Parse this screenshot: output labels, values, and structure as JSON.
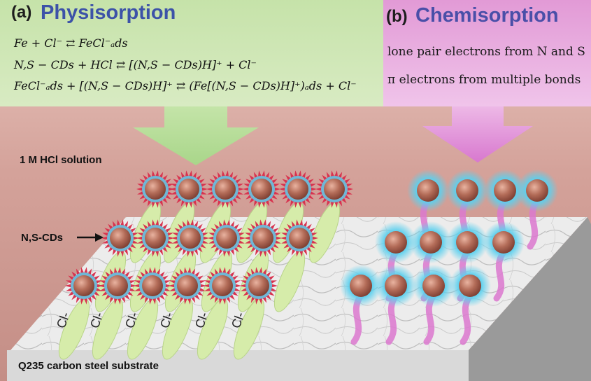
{
  "panel_a": {
    "letter": "(a)",
    "title": "Physisorption",
    "equations": [
      "Fe + Cl⁻ ⇄ FeCl⁻ₐds",
      "N,S − CDs + HCl ⇄ [(N,S − CDs)H]⁺ + Cl⁻",
      "FeCl⁻ₐds + [(N,S − CDs)H]⁺ ⇄ (Fe[(N,S − CDs)H]⁺)ₐds + Cl⁻"
    ]
  },
  "panel_b": {
    "letter": "(b)",
    "title": "Chemisorption",
    "lines": [
      "lone pair electrons from N and S",
      "π electrons from multiple bonds"
    ]
  },
  "labels": {
    "solution": "1 M HCl solution",
    "cds": "N,S-CDs",
    "substrate": "Q235 carbon steel substrate",
    "chloride": "Cl-"
  },
  "colors": {
    "panel_a_bg": "#cfe8b4",
    "panel_b_bg": "#e7a6dc",
    "spike": "#d8334f",
    "dot_ring": "#6fb7d6",
    "dot_core": "#a8614f",
    "glow": "#64cdea",
    "chloride_tail": "#d6ecaa",
    "ribbon": "#dc78cf"
  }
}
